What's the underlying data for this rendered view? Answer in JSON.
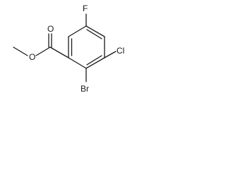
{
  "molecule": {
    "labels": {
      "fluorine": "F",
      "chlorine": "Cl",
      "bromine": "Br",
      "carbonyl_oxygen": "O",
      "ester_oxygen": "O"
    },
    "colors": {
      "bond": "#1a1a1a",
      "text": "#1a1a1a",
      "background": "#ffffff"
    }
  }
}
